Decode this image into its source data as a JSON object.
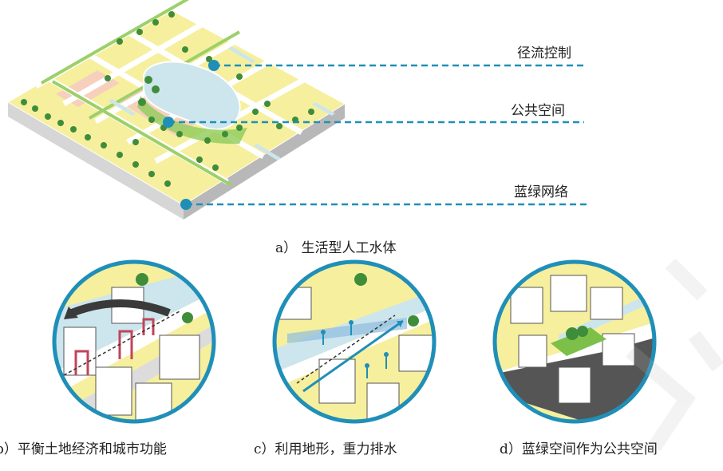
{
  "main_diagram": {
    "callouts": [
      {
        "key": "runoff",
        "text": "径流控制"
      },
      {
        "key": "public",
        "text": "公共空间"
      },
      {
        "key": "network",
        "text": "蓝绿网络"
      }
    ],
    "caption": "a） 生活型人工水体"
  },
  "detail_views": [
    {
      "caption": "b）平衡土地经济和城市功能"
    },
    {
      "caption": "c）利用地形，重力排水"
    },
    {
      "caption": "d）蓝绿空间作为公共空间"
    }
  ],
  "colors": {
    "accent": "#1f8fb8",
    "land": "#f6ef9e",
    "water": "#cde5ec",
    "green": "#7cc04a",
    "road": "#ffffff",
    "plot_pink": "#f7d0bd",
    "balance": "#c0445a"
  }
}
